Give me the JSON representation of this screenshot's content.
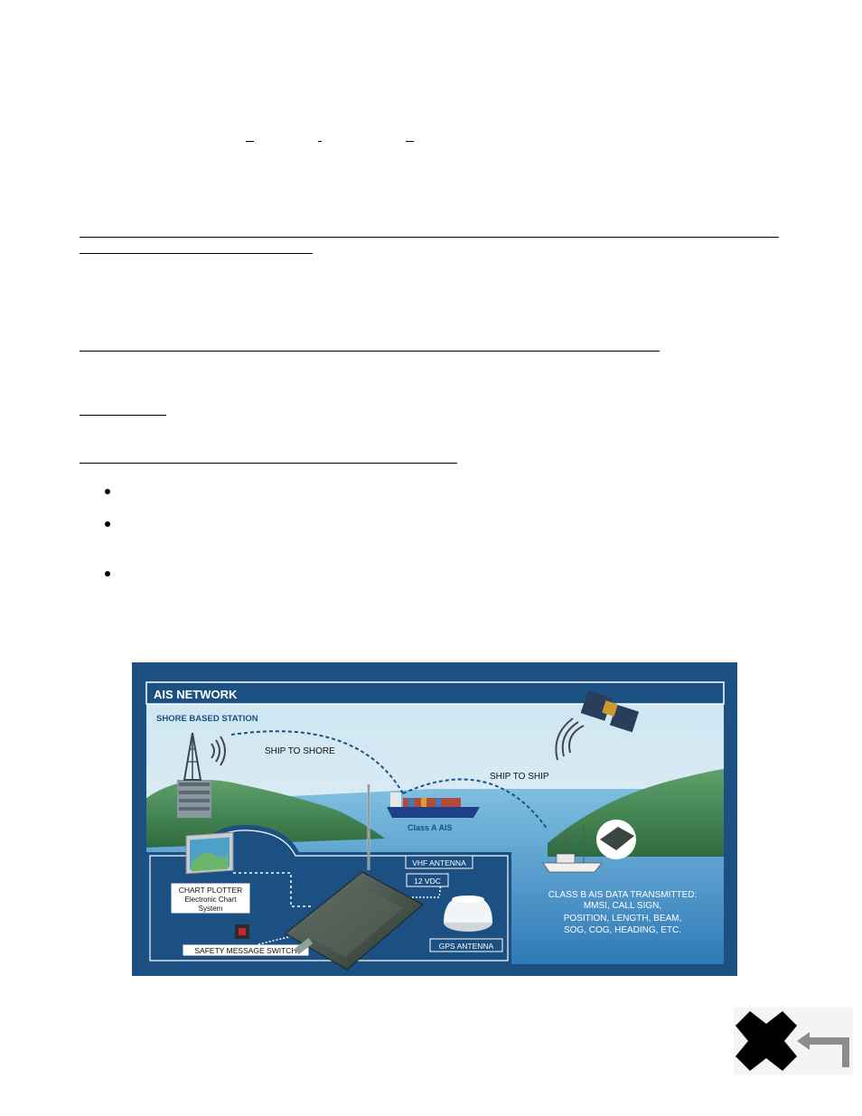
{
  "figure": {
    "title": "AIS NETWORK",
    "gps": "GPS",
    "shore_station": "SHORE BASED STATION",
    "ship_to_shore": "SHIP TO SHORE",
    "ship_to_ship": "SHIP TO SHIP",
    "class_a": "Class A AIS",
    "vhf_antenna": "VHF ANTENNA",
    "vdc": "12 VDC",
    "chart_plotter": "CHART PLOTTER",
    "chart_plotter_sub1": "Electronic Chart",
    "chart_plotter_sub2": "System",
    "safety_switch": "SAFETY MESSAGE SWITCH",
    "gps_antenna": "GPS ANTENNA",
    "class_b_lines": [
      "CLASS B AIS DATA TRANSMITTED:",
      "MMSI, CALL SIGN,",
      "POSITION, LENGTH, BEAM,",
      "SOG, COG, HEADING, ETC."
    ]
  }
}
